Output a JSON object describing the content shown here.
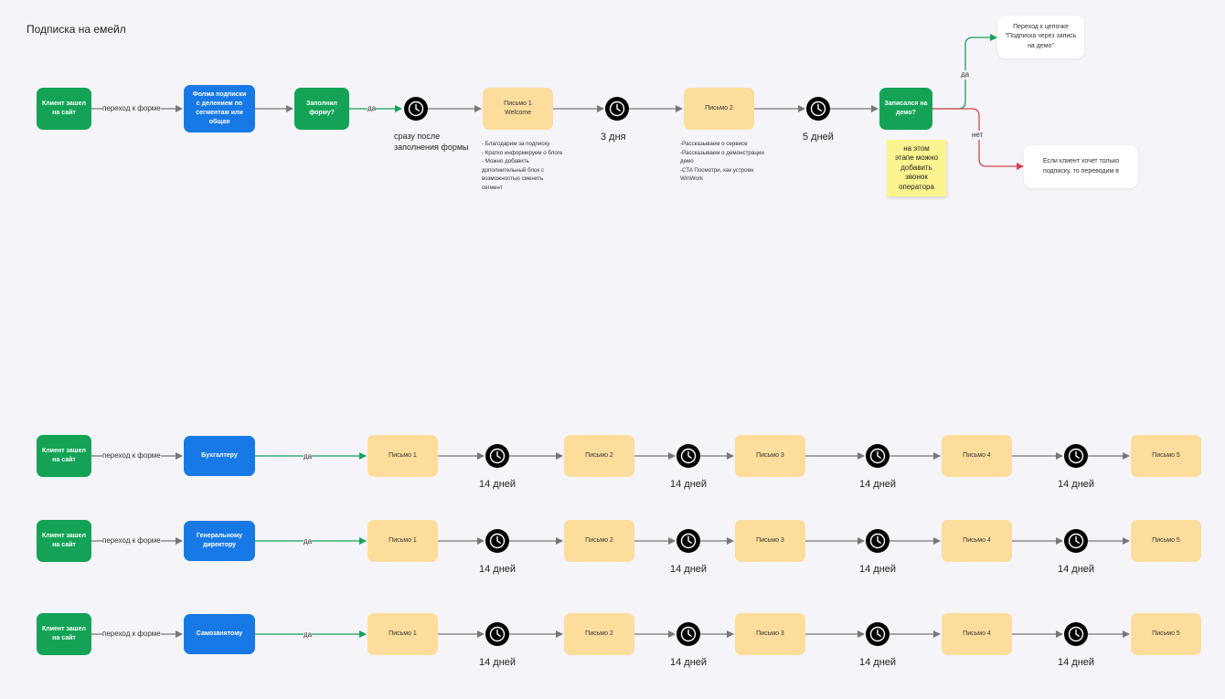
{
  "title": "Подписка на емейл",
  "top_flow": {
    "start": "Клиент зашел на сайт",
    "to_form_label": "переход к форме",
    "form": "Фолма подписки с делением по сегментам или общая",
    "filled": "Заполнил форму?",
    "yes_label": "да",
    "clock1_caption": "сразу после заполнения формы",
    "letter1": "Письмо 1 Welcome",
    "letter1_notes": "- Благодарим за подписку\n- Кратко информируем о блоге\n- Можно добавить дополнительный блок с возможностью сменить сегмент",
    "delay2": "3 дня",
    "letter2": "Письмо 2",
    "letter2_notes": "-Рассказываем о сервисе\n-Рассказываем о демонстрации демо\n-CTA Посмотри, как устроен WinWork",
    "delay3": "5 дней",
    "demo_question": "Записался на демо?",
    "sticky_note": "на этом этапе можно добавить звонок оператора",
    "branch_yes_label": "да",
    "branch_no_label": "нет",
    "yes_target": "Переход к цепочке \"Подписка через запись на демо\"",
    "no_target": "Если клиент хочет только подписку, то переводим в"
  },
  "segment_rows": [
    {
      "start": "Клиент зашел на сайт",
      "to_form_label": "переход к форме",
      "segment": "Бухгалтеру",
      "yes_label": "да",
      "letters": [
        "Письмо 1",
        "Письмо 2",
        "Письмо 3",
        "Письмо 4",
        "Письмо 5"
      ],
      "delays": [
        "14 дней",
        "14 дней",
        "14 дней",
        "14 дней"
      ]
    },
    {
      "start": "Клиент зашел на сайт",
      "to_form_label": "переход к форме",
      "segment": "Генеральному директору",
      "yes_label": "да",
      "letters": [
        "Письмо 1",
        "Письмо 2",
        "Письмо 3",
        "Письмо 4",
        "Письмо 5"
      ],
      "delays": [
        "14 дней",
        "14 дней",
        "14 дней",
        "14 дней"
      ]
    },
    {
      "start": "Клиент зашел на сайт",
      "to_form_label": "переход к форме",
      "segment": "Самозанятому",
      "yes_label": "да",
      "letters": [
        "Письмо 1",
        "Письмо 2",
        "Письмо 3",
        "Письмо 4",
        "Письмо 5"
      ],
      "delays": [
        "14 дней",
        "14 дней",
        "14 дней",
        "14 дней"
      ]
    }
  ],
  "colors": {
    "start_node": "#14a356",
    "segment_node": "#1779e6",
    "letter_node": "#fddd9c",
    "arrow_grey": "#777777",
    "arrow_green": "#14a356",
    "arrow_red": "#d64552",
    "sticky": "#fdf48f"
  },
  "icons": {
    "timer": "clock-icon"
  }
}
